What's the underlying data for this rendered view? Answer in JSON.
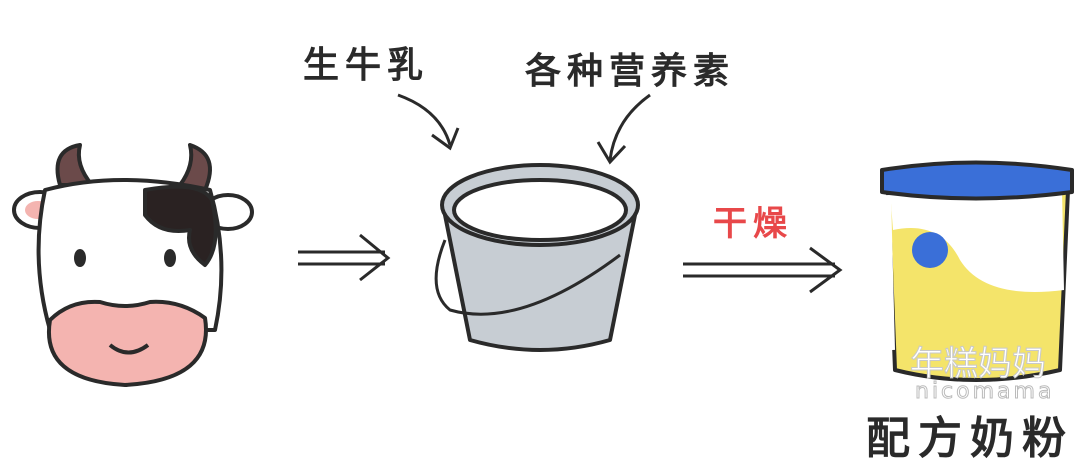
{
  "labels": {
    "raw_milk": "生牛乳",
    "nutrients": "各种营养素",
    "dry": "干燥",
    "formula": "配方奶粉"
  },
  "watermark": {
    "cn": "年糕妈妈",
    "en": "nicomama"
  },
  "colors": {
    "dry_label": "#e8484a",
    "can_lid": "#3a6fd8",
    "can_body": "#f4e46a",
    "bucket": "#c7cdd3",
    "cow_nose": "#f4b4b0"
  }
}
